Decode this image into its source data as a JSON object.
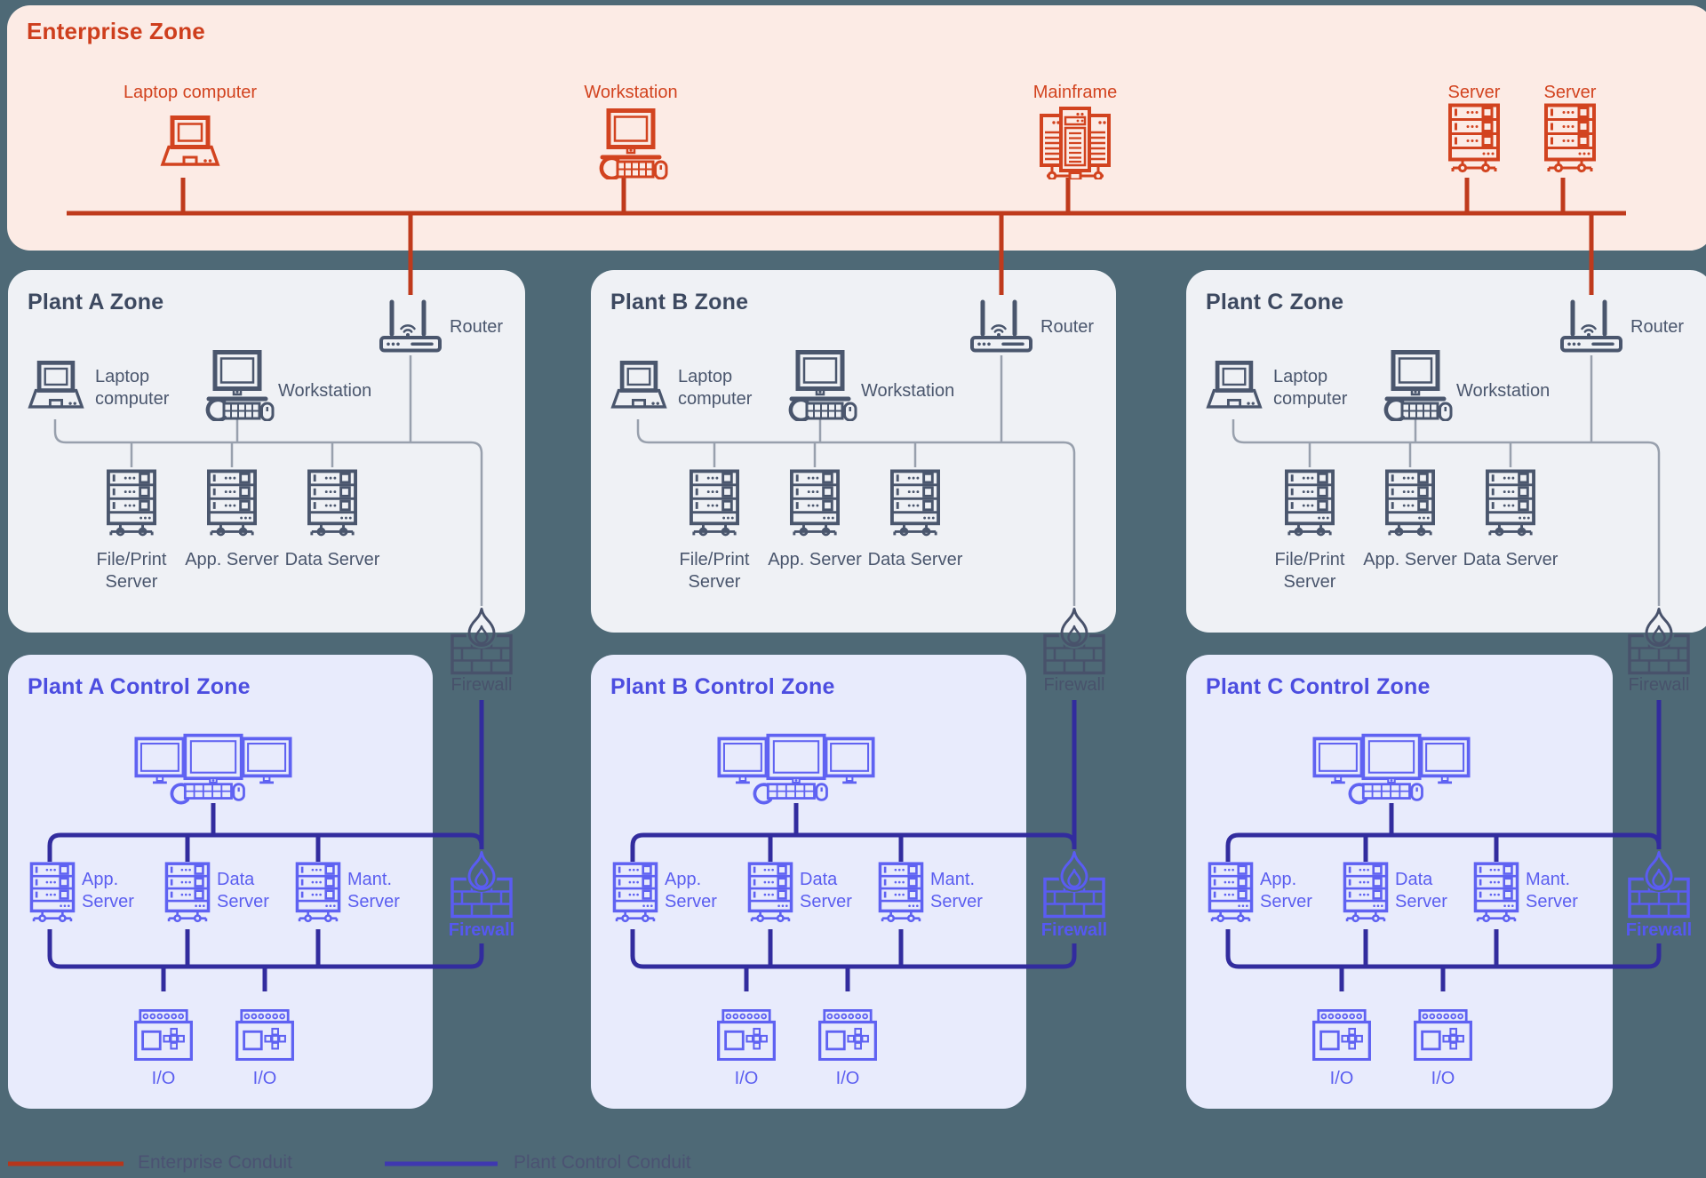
{
  "enterprise_zone": {
    "title": "Enterprise Zone",
    "devices": [
      {
        "label": "Laptop computer",
        "icon": "laptop-icon"
      },
      {
        "label": "Workstation",
        "icon": "workstation-icon"
      },
      {
        "label": "Mainframe",
        "icon": "mainframe-icon"
      },
      {
        "label": "Server",
        "icon": "server-icon"
      },
      {
        "label": "Server",
        "icon": "server-icon"
      }
    ]
  },
  "plant_zones": [
    {
      "title": "Plant A Zone",
      "router_label": "Router",
      "laptop_label": "Laptop computer",
      "workstation_label": "Workstation",
      "servers": [
        "File/Print Server",
        "App. Server",
        "Data Server"
      ],
      "firewall_label": "Firewall"
    },
    {
      "title": "Plant B Zone",
      "router_label": "Router",
      "laptop_label": "Laptop computer",
      "workstation_label": "Workstation",
      "servers": [
        "File/Print Server",
        "App. Server",
        "Data Server"
      ],
      "firewall_label": "Firewall"
    },
    {
      "title": "Plant C Zone",
      "router_label": "Router",
      "laptop_label": "Laptop computer",
      "workstation_label": "Workstation",
      "servers": [
        "File/Print Server",
        "App. Server",
        "Data Server"
      ],
      "firewall_label": "Firewall"
    }
  ],
  "control_zones": [
    {
      "title": "Plant A Control Zone",
      "servers": [
        "App. Server",
        "Data Server",
        "Mant. Server"
      ],
      "io_modules": [
        "I/O",
        "I/O"
      ],
      "firewall_label": "Firewall"
    },
    {
      "title": "Plant B Control Zone",
      "servers": [
        "App. Server",
        "Data Server",
        "Mant. Server"
      ],
      "io_modules": [
        "I/O",
        "I/O"
      ],
      "firewall_label": "Firewall"
    },
    {
      "title": "Plant C Control Zone",
      "servers": [
        "App. Server",
        "Data Server",
        "Mant. Server"
      ],
      "io_modules": [
        "I/O",
        "I/O"
      ],
      "firewall_label": "Firewall"
    }
  ],
  "legend": {
    "enterprise_conduit": "Enterprise Conduit",
    "plant_control_conduit": "Plant Control Conduit"
  },
  "colors": {
    "page_background": "#4e6976",
    "enterprise_zone_fill": "#fcebe5",
    "plant_zone_fill": "#eff1f5",
    "control_zone_fill": "#e8ebfc",
    "enterprise_accent": "#d2431f",
    "enterprise_conduit": "#bf3a1c",
    "plant_icon_slate": "#4a566d",
    "plant_thin_line": "#98a0ad",
    "control_icon_indigo": "#5f62f2",
    "plant_control_conduit": "#322c9e"
  }
}
